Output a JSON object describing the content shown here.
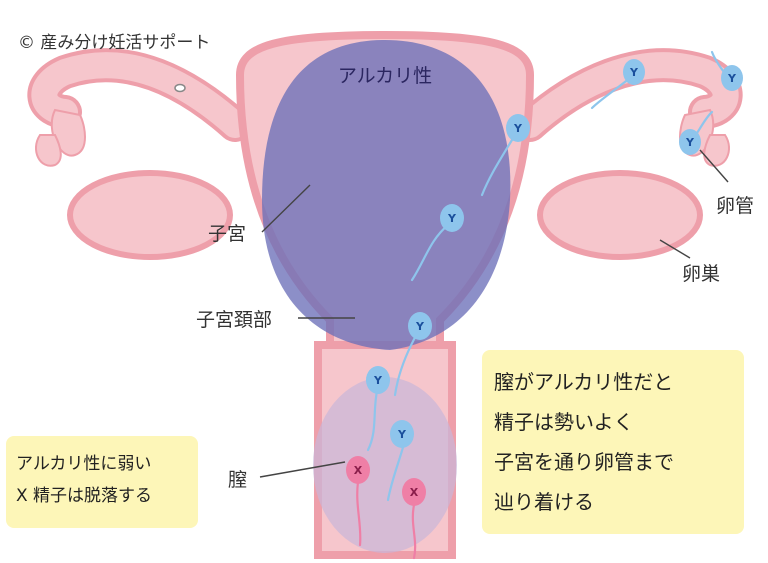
{
  "copyright": "© 産み分け妊活サポート",
  "alkaline_label": "アルカリ性",
  "labels": {
    "uterus": "子宮",
    "cervix": "子宮頚部",
    "vagina": "膣",
    "fallopian_tube": "卵管",
    "ovary": "卵巣"
  },
  "sperm_labels": {
    "y": "Y",
    "x": "X"
  },
  "left_box": {
    "lines": [
      "アルカリ性に弱い",
      "X 精子は脱落する"
    ]
  },
  "right_box": {
    "lines": [
      "膣がアルカリ性だと",
      "精子は勢いよく",
      "子宮を通り卵管まで",
      "辿り着ける"
    ]
  },
  "colors": {
    "organ_pink": "#f6c6cc",
    "organ_outline": "#ee9faa",
    "alkaline_region": "#6b6fb8",
    "y_sperm": "#8ec5ec",
    "x_sperm": "#ef7fa6",
    "note_box": "#fdf6b8"
  }
}
